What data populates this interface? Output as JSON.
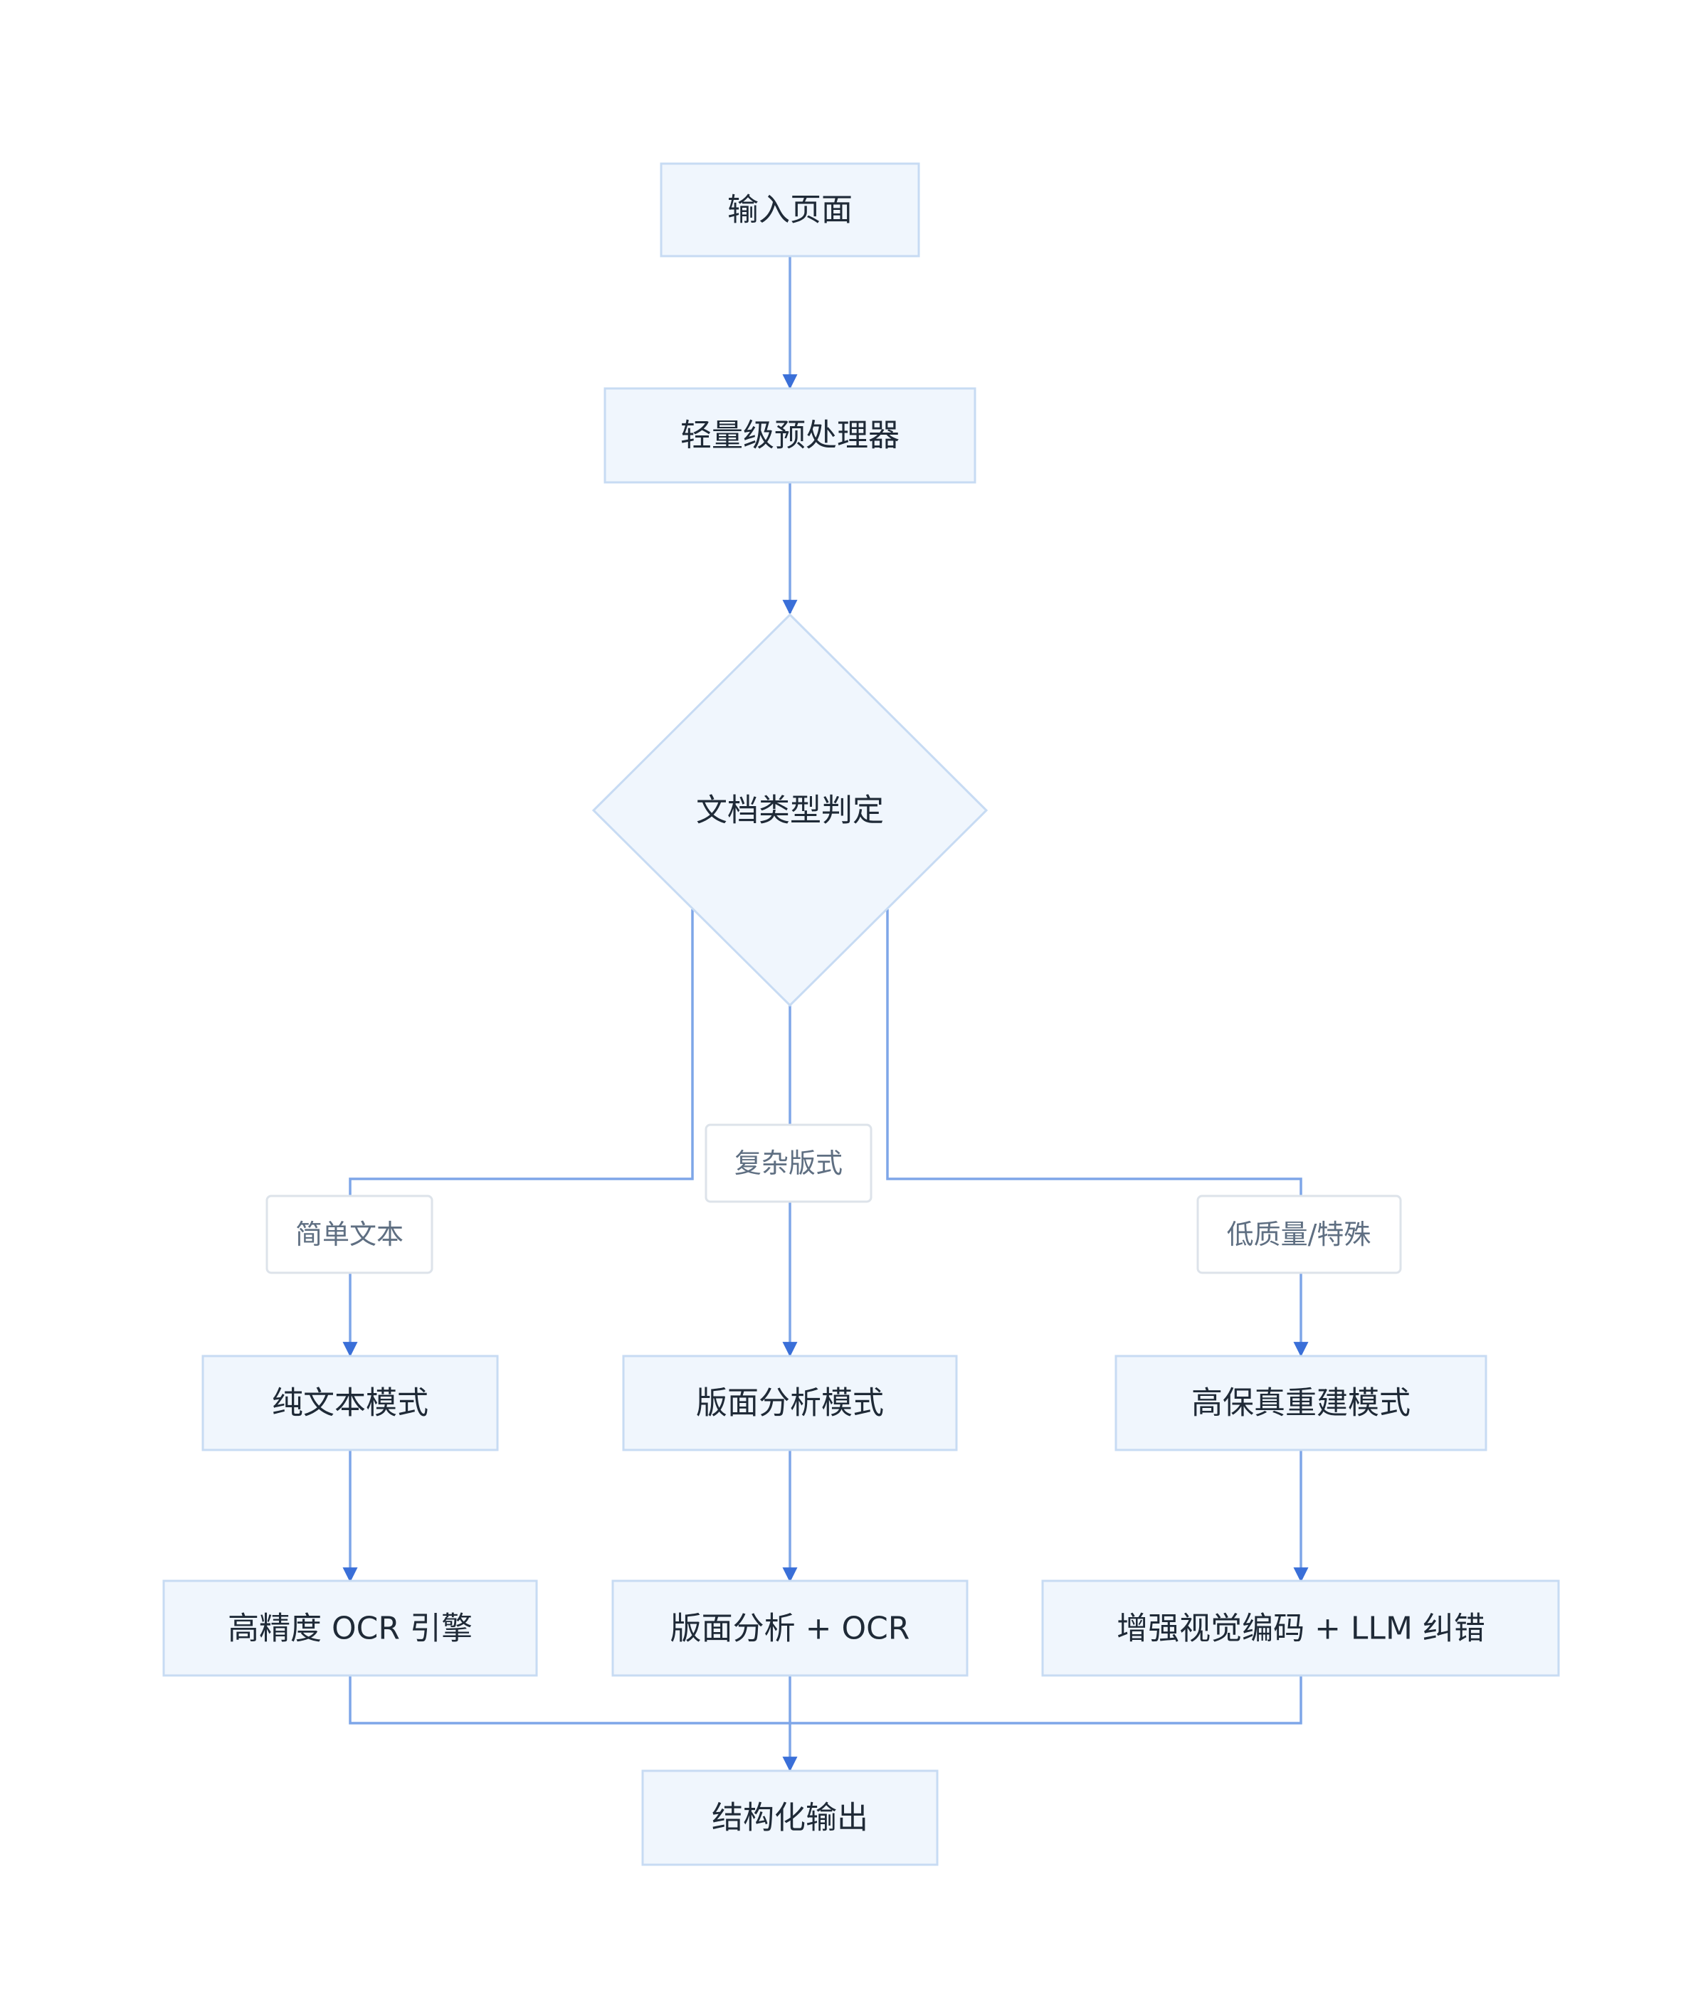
{
  "diagram": {
    "nodes": {
      "input": "输入页面",
      "preprocess": "轻量级预处理器",
      "decision": "文档类型判定",
      "plain_mode": "纯文本模式",
      "layout_mode": "版面分析模式",
      "hifi_mode": "高保真重建模式",
      "ocr_engine": "高精度 OCR 引擎",
      "layout_ocr": "版面分析 + OCR",
      "enhanced": "增强视觉编码 + LLM 纠错",
      "output": "结构化输出"
    },
    "edge_labels": {
      "simple": "简单文本",
      "complex": "复杂版式",
      "lowq": "低质量/特殊"
    }
  },
  "colors": {
    "node_fill": "#f0f6fd",
    "node_border": "#c7dbf3",
    "edge": "#7ea6e8",
    "arrow": "#3a6fd8",
    "label_text": "#5f6f82"
  }
}
